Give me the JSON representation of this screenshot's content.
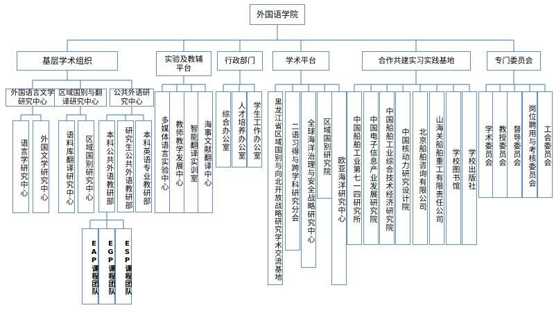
{
  "root": "外国语学院",
  "level1": [
    {
      "label": "基层学术组织"
    },
    {
      "label": "实验及教辅平台"
    },
    {
      "label": "行政部门"
    },
    {
      "label": "学术平台"
    },
    {
      "label": "合作共建实习实践基地"
    },
    {
      "label": "专门委员会"
    }
  ],
  "l2_research": [
    {
      "label": "外国语言文学研究中心"
    },
    {
      "label": "区域国别与翻译研究中心"
    },
    {
      "label": "公共外语研究中心"
    }
  ],
  "l3_lang": [
    {
      "label": "语言学研究中心"
    },
    {
      "label": "外国文学研究中心"
    }
  ],
  "l3_area": [
    {
      "label": "语料库翻译研究中心"
    },
    {
      "label": "区域国别研究中心"
    }
  ],
  "l3_public": [
    {
      "label": "本科公共外语教研部"
    },
    {
      "label": "研究生公共外语教研部"
    },
    {
      "label": "本科英语专业教研部"
    }
  ],
  "l4_teams": [
    {
      "label": "EAP课程团队"
    },
    {
      "label": "EGP课程团队"
    },
    {
      "label": "ESP课程团队"
    }
  ],
  "lab": [
    {
      "label": "多媒体语言实验中心"
    },
    {
      "label": "教师教学发展中心"
    },
    {
      "label": "智能翻译实训室"
    },
    {
      "label": "海事文献翻译中心"
    }
  ],
  "admin": [
    {
      "label": "综合办公室"
    },
    {
      "label": "人才培养办公室"
    },
    {
      "label": "学生工作办公室"
    }
  ],
  "academic": [
    {
      "label": "黑龙江省区域国别与向北开放战略研究学术交流基地"
    },
    {
      "label": "二语习得与跨学科研究分会"
    },
    {
      "label": "全球海洋治理与安全战略研究中心"
    },
    {
      "label": "区域国别研究院"
    },
    {
      "label": "欧亚海洋研究中心"
    }
  ],
  "practice": [
    {
      "label": "中国船舶工业第七一四研究所"
    },
    {
      "label": "中国电子信息产业发展研究院"
    },
    {
      "label": "中国船舶工业综合技术经济研究院"
    },
    {
      "label": "中国核动力研究设计院"
    },
    {
      "label": "北京船舶咨询有限公司"
    },
    {
      "label": "山海关船舶重工有限责任公司"
    },
    {
      "label": "学校图书馆"
    },
    {
      "label": "学校出版社"
    }
  ],
  "committees": [
    {
      "label": "学术委员会"
    },
    {
      "label": "教授委员会"
    },
    {
      "label": "督导委员会"
    },
    {
      "label": "岗位聘用与考核委员会"
    },
    {
      "label": "工会委员会"
    }
  ]
}
